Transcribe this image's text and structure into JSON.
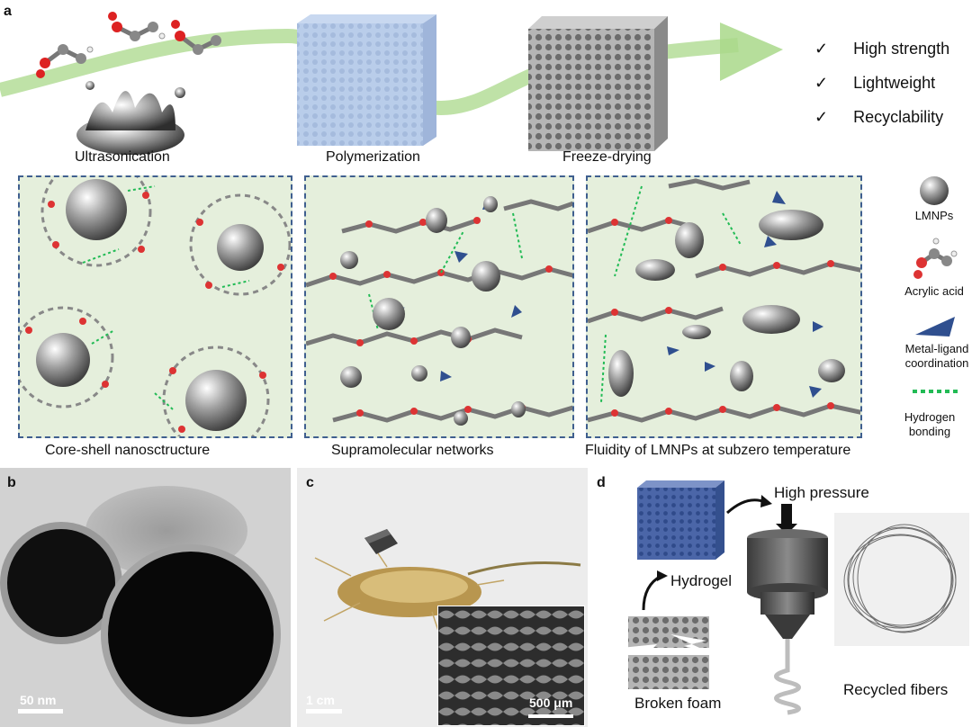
{
  "panels": {
    "a": "a",
    "b": "b",
    "c": "c",
    "d": "d"
  },
  "process": {
    "step1": "Ultrasonication",
    "step2": "Polymerization",
    "step3": "Freeze-drying"
  },
  "benefits": [
    {
      "mark": "✓",
      "text": "High strength"
    },
    {
      "mark": "✓",
      "text": "Lightweight"
    },
    {
      "mark": "✓",
      "text": "Recyclability"
    }
  ],
  "mechanisms": {
    "box1": "Core-shell nanosctructure",
    "box2": "Supramolecular networks",
    "box3": "Fluidity of LMNPs at subzero temperature"
  },
  "legend": {
    "lmnps": "LMNPs",
    "acrylic": "Acrylic acid",
    "coord": "Metal-ligand coordination",
    "hbond": "Hydrogen bonding"
  },
  "scalebars": {
    "b": "50 nm",
    "c": "1 cm",
    "inset": "500 μm"
  },
  "recycle": {
    "pressure": "High pressure",
    "hydrogel": "Hydrogel",
    "foam": "Broken foam",
    "fibers": "Recycled fibers"
  },
  "colors": {
    "arrow": "#a9d889",
    "dash": "#3f5f8f",
    "box_bg": "#e5efdc",
    "coord": "#2f4f8f",
    "hbond": "#22bb55"
  }
}
